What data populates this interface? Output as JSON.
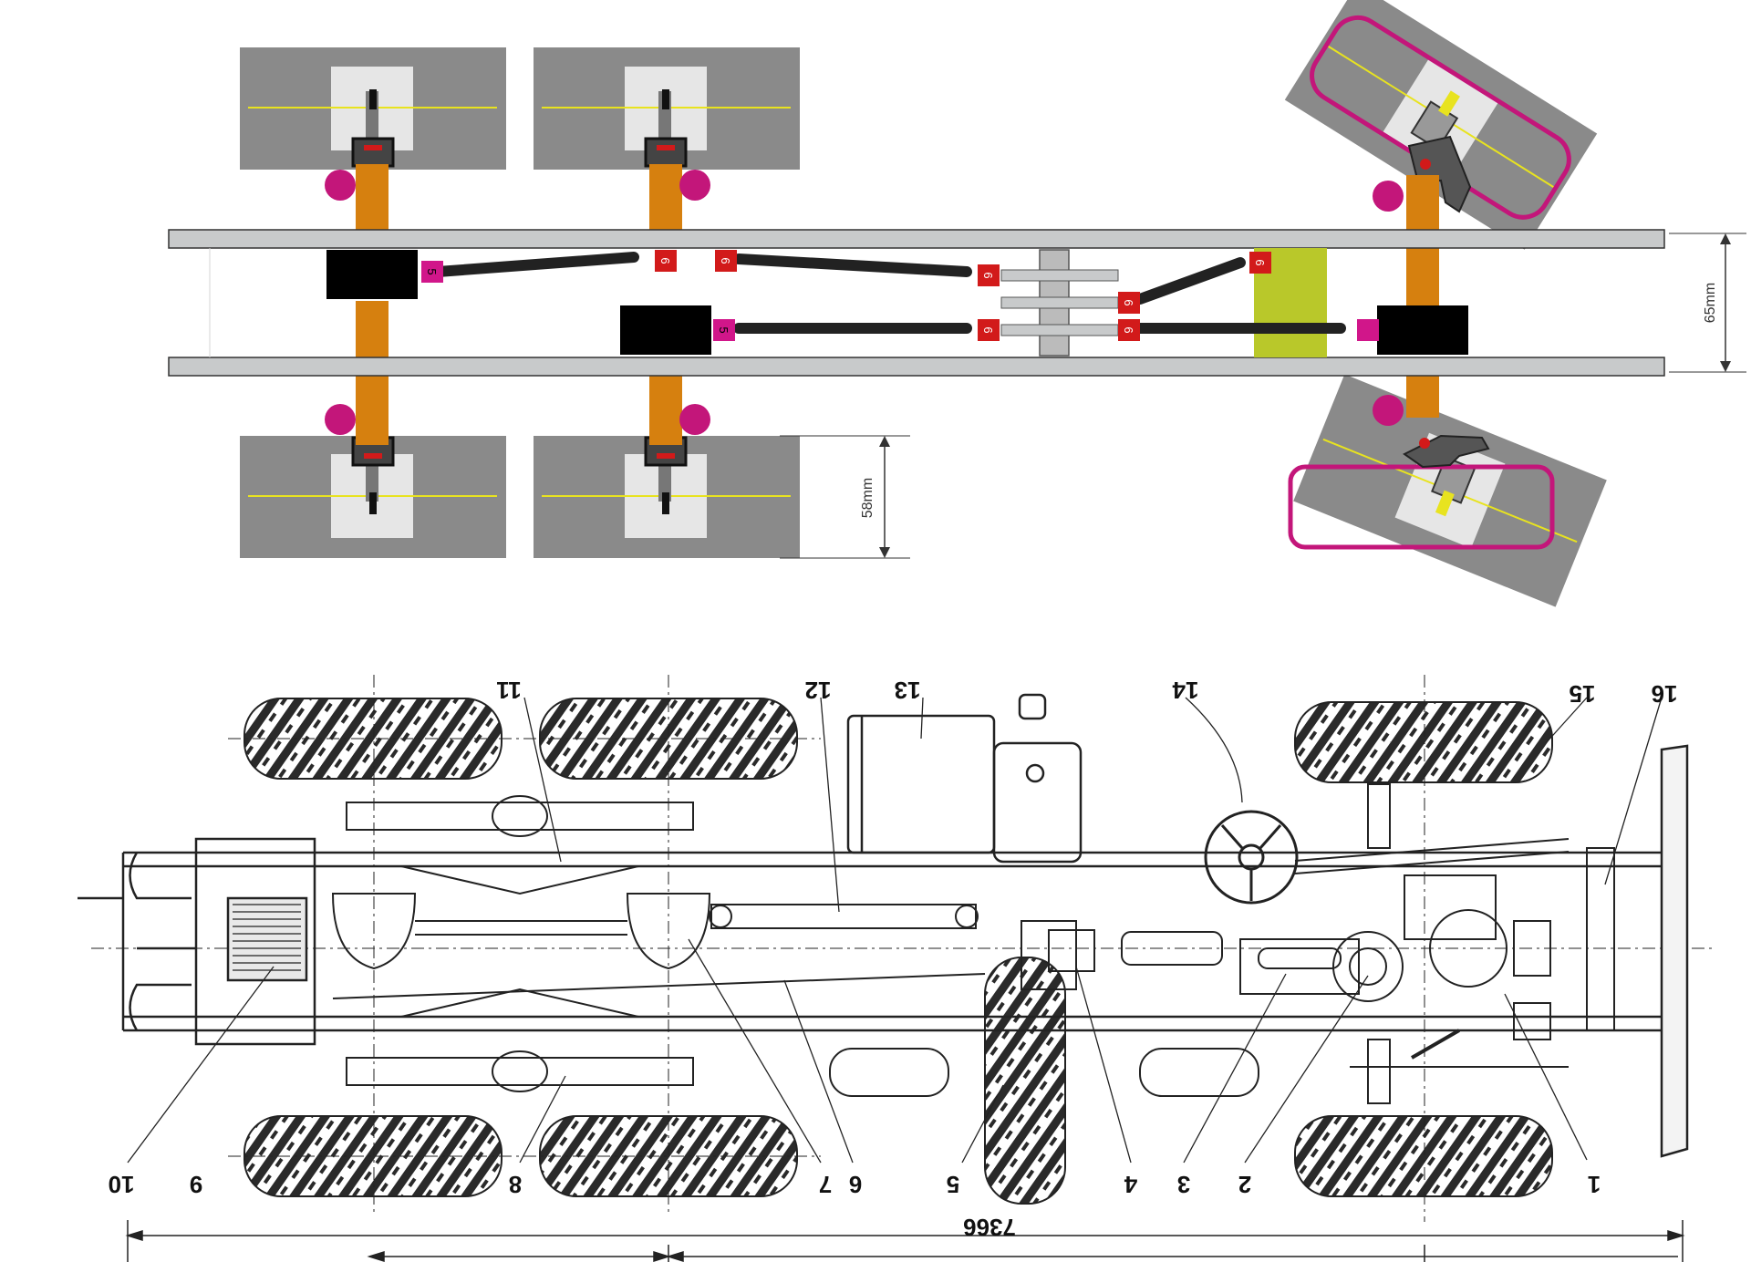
{
  "dimensions": {
    "frame_width": "65mm",
    "wheel_width": "58mm",
    "overall_length": "7366"
  },
  "pin_labels": {
    "small": "5",
    "red": "6"
  },
  "callouts": [
    "1",
    "2",
    "3",
    "4",
    "5",
    "6",
    "7",
    "8",
    "9",
    "10",
    "11",
    "12",
    "13",
    "14",
    "15",
    "16"
  ],
  "colors": {
    "frame": "#c8cacb",
    "wheel": "#8a8a8a",
    "hub": "#e6e6e6",
    "axle": "#d6800f",
    "housing": "#000000",
    "highlight": "#c3167a",
    "pin_red": "#d21a1a",
    "pin_magenta": "#d1168a",
    "crossmember": "#b9c82a",
    "center_line": "#e8e31f"
  }
}
